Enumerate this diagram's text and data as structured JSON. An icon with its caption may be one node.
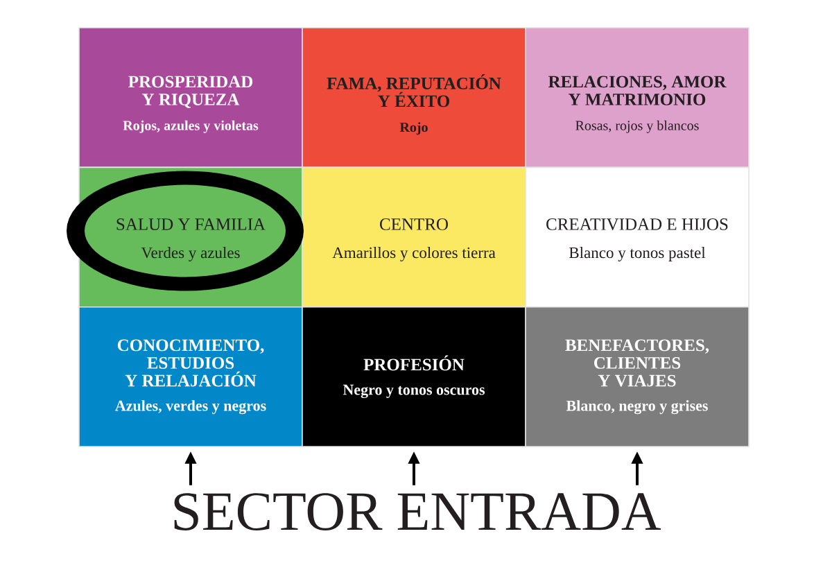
{
  "diagram": {
    "nodes": [
      {
        "text": [
          "PROSPERIDAD Y RIQUEZA",
          "Rojos, azules y violetas"
        ]
      },
      {
        "text": [
          "FAMA, REPUTACIÓN Y ÉXITO",
          "Rojo"
        ]
      },
      {
        "text": [
          "RELACIONES, AMOR Y MATRIMONIO",
          "Rosas, rojos y blancos"
        ]
      },
      {
        "text": [
          "SALUD Y FAMILIA",
          "Verdes y azules"
        ]
      },
      {
        "text": [
          "CENTRO",
          "Amarillos y colores tierra"
        ]
      },
      {
        "text": [
          "CREATIVIDAD E HIJOS",
          "Blanco y tonos pastel"
        ]
      },
      {
        "text": [
          "CONOCIMIENTO, ESTUDIOS Y RELAJACIÓN",
          "Azules, verdes y negros"
        ]
      },
      {
        "text": [
          "PROFESIÓN",
          "Negro y tonos oscuros"
        ]
      },
      {
        "text": [
          "BENEFACTORES, CLIENTES Y VIAJES",
          "Blanco, negro y grises"
        ]
      },
      {
        "text": [
          "SECTOR ENTRADA"
        ]
      }
    ],
    "edges": [
      {
        "from": 9,
        "to": 6,
        "arrow": "to"
      },
      {
        "from": 9,
        "to": 7,
        "arrow": "to"
      },
      {
        "from": 9,
        "to": 8,
        "arrow": "to"
      }
    ]
  }
}
